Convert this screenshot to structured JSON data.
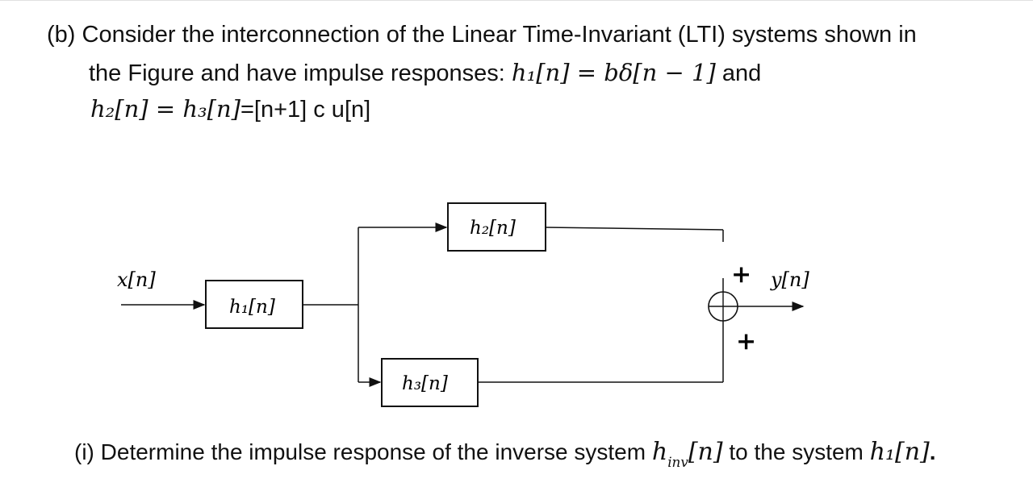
{
  "problem": {
    "part_b_label": "(b)",
    "part_b_line1": "Consider the interconnection of the Linear Time-Invariant (LTI) systems shown in",
    "part_b_line2_text": "the Figure and have impulse responses:",
    "h1_def": "h₁[n] = bδ[n − 1]",
    "and_word": "and",
    "h2_def_math": "h₂[n] = h₃[n]",
    "h2_def_rest": "=[n+1] c u[n]",
    "part_i_label": "(i)",
    "part_i_text": "Determine the impulse response of the inverse system",
    "hinv_main": "h",
    "hinv_sub": "inv",
    "hinv_arg": "[n]",
    "to_system": "to the system",
    "h1_target": "h₁[n]",
    "period": "."
  },
  "diagram": {
    "input_label": "x[n]",
    "output_label": "y[n]",
    "block_h1": "h₁[n]",
    "block_h2": "h₂[n]",
    "block_h3": "h₃[n]",
    "sum_sign_top": "+",
    "sum_sign_bottom": "+"
  }
}
